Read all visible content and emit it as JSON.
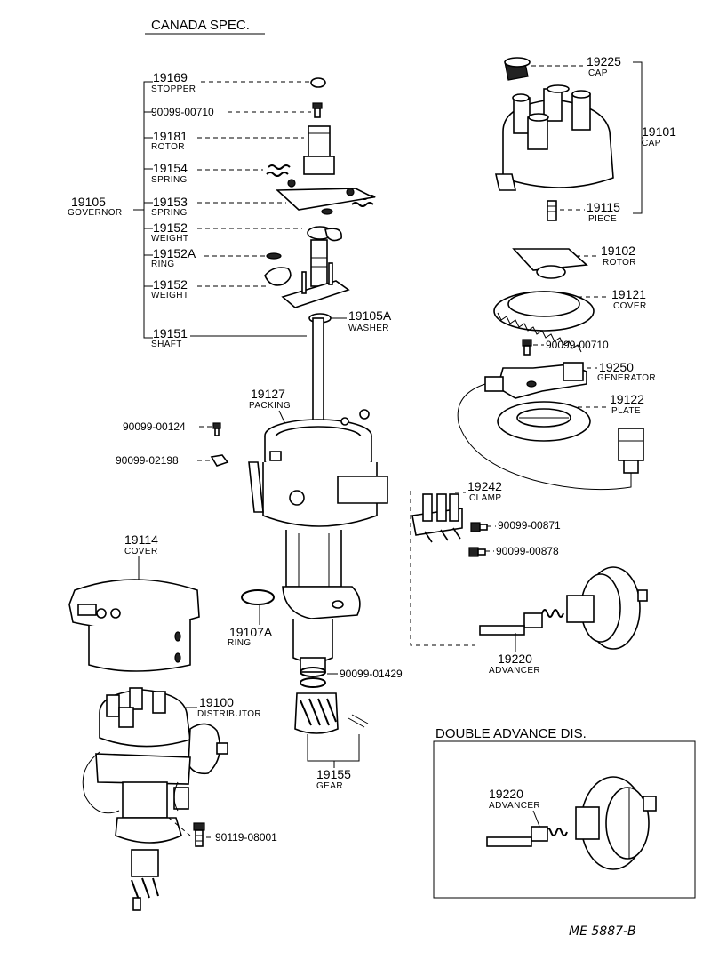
{
  "diagram": {
    "title": "CANADA SPEC.",
    "inset_title": "DOUBLE ADVANCE DIS.",
    "drawing_code": "ME 5887-B",
    "labels": {
      "l19169": {
        "num": "19169",
        "name": "STOPPER"
      },
      "l90099_00710a": {
        "num": "90099-00710"
      },
      "l19181": {
        "num": "19181",
        "name": "ROTOR"
      },
      "l19154": {
        "num": "19154",
        "name": "SPRING"
      },
      "l19105": {
        "num": "19105",
        "name": "GOVERNOR"
      },
      "l19153": {
        "num": "19153",
        "name": "SPRING"
      },
      "l19152a": {
        "num": "19152",
        "name": "WEIGHT"
      },
      "l19152A": {
        "num": "19152A",
        "name": "RING"
      },
      "l19152b": {
        "num": "19152",
        "name": "WEIGHT"
      },
      "l19151": {
        "num": "19151",
        "name": "SHAFT"
      },
      "l19105A": {
        "num": "19105A",
        "name": "WASHER"
      },
      "l19127": {
        "num": "19127",
        "name": "PACKING"
      },
      "l90099_00124": {
        "num": "90099-00124"
      },
      "l90099_02198": {
        "num": "90099-02198"
      },
      "l19225": {
        "num": "19225",
        "name": "CAP"
      },
      "l19101": {
        "num": "19101",
        "name": "CAP"
      },
      "l19115": {
        "num": "19115",
        "name": "PIECE"
      },
      "l19102": {
        "num": "19102",
        "name": "ROTOR"
      },
      "l19121": {
        "num": "19121",
        "name": "COVER"
      },
      "l90099_00710b": {
        "num": "90099-00710"
      },
      "l19250": {
        "num": "19250",
        "name": "GENERATOR"
      },
      "l19122": {
        "num": "19122",
        "name": "PLATE"
      },
      "l19242": {
        "num": "19242",
        "name": "CLAMP"
      },
      "l90099_00871": {
        "num": "90099-00871"
      },
      "l90099_00878": {
        "num": "90099-00878"
      },
      "l19114": {
        "num": "19114",
        "name": "COVER"
      },
      "l19107A": {
        "num": "19107A",
        "name": "RING"
      },
      "l90099_01429": {
        "num": "90099-01429"
      },
      "l19220": {
        "num": "19220",
        "name": "ADVANCER"
      },
      "l19100": {
        "num": "19100",
        "name": "DISTRIBUTOR"
      },
      "l19155": {
        "num": "19155",
        "name": "GEAR"
      },
      "l90119_08001": {
        "num": "90119-08001"
      },
      "l19220b": {
        "num": "19220",
        "name": "ADVANCER"
      }
    }
  }
}
